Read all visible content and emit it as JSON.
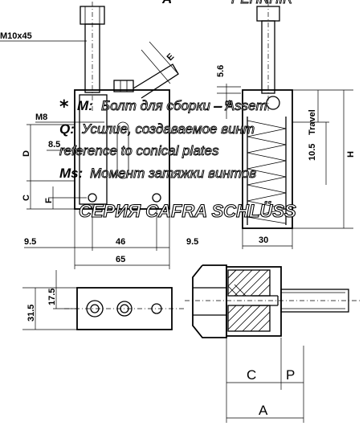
{
  "labels": {
    "thread": "M10x45",
    "m8": "M8",
    "dim_8_5": "8.5",
    "dim_D": "D",
    "dim_C_left": "C",
    "dim_F": "F",
    "dim_9_5_left": "9.5",
    "dim_46": "46",
    "dim_9_5_right": "9.5",
    "dim_65": "65",
    "dim_30": "30",
    "dim_E": "E",
    "dim_5_6": "5.6",
    "dim_B": "B",
    "dim_travel": "Travel",
    "dim_10_5": "10.5",
    "dim_H": "H",
    "dim_31_5": "31.5",
    "dim_17_5": "17.5",
    "dim_C_bottom": "C",
    "dim_P": "P",
    "dim_A_bottom": "A"
  },
  "overlay": {
    "top_A": "A",
    "top_fragment": "PEHNHIR",
    "star": "*",
    "line1_prefix": "M:",
    "line1": "Болт для сборки – Assem",
    "line2_prefix": "Q:",
    "line2": "Усилие, создаваемое винт",
    "line3": "reference to conical plates",
    "line4_prefix": "Ms:",
    "line4": "Момент затяжки винтов",
    "title": "СЕРИЯ CAFRA SCHLÜSS"
  }
}
